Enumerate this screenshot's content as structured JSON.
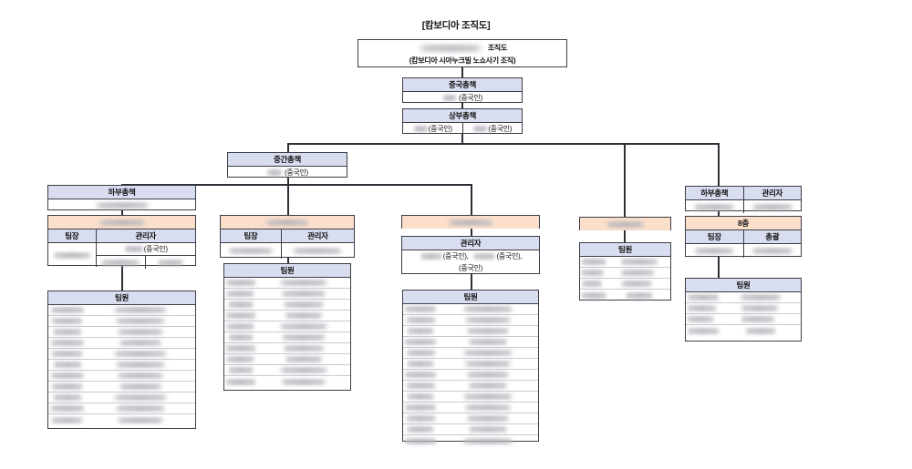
{
  "document": {
    "title": "[캄보디아 조직도]",
    "root": {
      "line1_suffix": "조직도",
      "line2": "(캄보디아 시아누크빌 노쇼사기 조직)"
    }
  },
  "labels": {
    "china_chief": "중국총책",
    "upper_chief": "상부총책",
    "middle_chief": "중간총책",
    "lower_chief": "하부총책",
    "manager": "관리자",
    "team_leader": "팀장",
    "team_member": "팀원",
    "supervisor": "총괄",
    "floor_8": "8층",
    "chinese": "(중국인)",
    "chinese_comma": "(중국인),"
  },
  "nodes": {
    "china_chief": {
      "header": "중국총책",
      "entries": [
        "(중국인)"
      ]
    },
    "upper_chief": {
      "header": "상부총책",
      "entries": [
        "(중국인)",
        "(중국인)"
      ]
    },
    "middle_chief": {
      "header": "중간총책",
      "entries": [
        "(중국인)"
      ]
    },
    "branch1": {
      "lower_chief_header": "하부총책",
      "lower_chief_value": "",
      "group_header": "",
      "col_headers": [
        "팀장",
        "관리자"
      ],
      "manager_note": "(중국인)",
      "members_header": "팀원",
      "member_rows": 11
    },
    "branch2": {
      "group_header": "",
      "col_headers": [
        "팀장",
        "관리자"
      ],
      "members_header": "팀원",
      "member_rows": 10
    },
    "branch3": {
      "group_header": "",
      "manager_header": "관리자",
      "manager_line1": "(중국인),",
      "manager_line1b": "(중국인),",
      "manager_line2": "(중국인)",
      "members_header": "팀원",
      "member_rows": 13
    },
    "branch4": {
      "group_header": "",
      "members_header": "팀원",
      "member_rows": 4
    },
    "branch5": {
      "col_headers_top": [
        "하부총책",
        "관리자"
      ],
      "group_header": "8층",
      "col_headers": [
        "팀장",
        "총괄"
      ],
      "members_header": "팀원",
      "member_rows": 4
    }
  },
  "colors": {
    "header_blue": "#d8def0",
    "header_orange": "#fbdfcb",
    "border": "#3c3c46",
    "background": "#ffffff"
  }
}
